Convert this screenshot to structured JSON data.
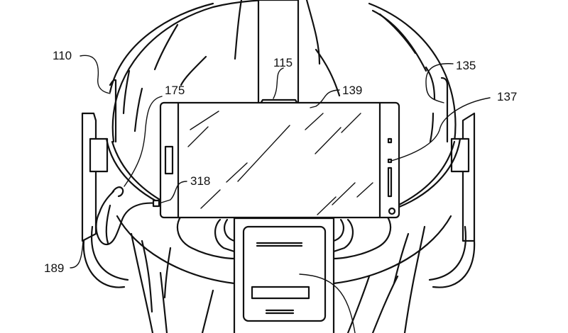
{
  "figure": {
    "description": "Patent line drawing: head-mounted display with a smartphone held in a headset strapped around a user's head",
    "colors": {
      "line": "#111111",
      "background": "#ffffff"
    }
  },
  "labels": [
    {
      "id": "110",
      "text": "110",
      "target": "headset-side-strap"
    },
    {
      "id": "115",
      "text": "115",
      "target": "top-strap"
    },
    {
      "id": "139",
      "text": "139",
      "target": "phone-display"
    },
    {
      "id": "135",
      "text": "135",
      "target": "headband"
    },
    {
      "id": "137",
      "text": "137",
      "target": "phone-sensor"
    },
    {
      "id": "175",
      "text": "175",
      "target": "cable"
    },
    {
      "id": "318",
      "text": "318",
      "target": "phone-connector-port"
    },
    {
      "id": "189",
      "text": "189",
      "target": "earpiece"
    }
  ]
}
